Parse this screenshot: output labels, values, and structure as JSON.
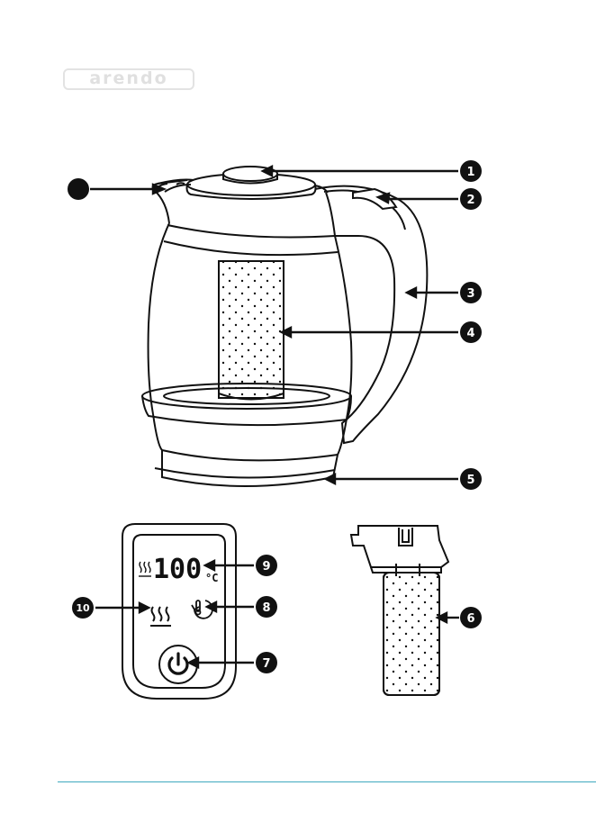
{
  "logo": {
    "text": "arendo"
  },
  "display": {
    "temperature": "100",
    "unit": "°C"
  },
  "callouts": [
    {
      "id": "1",
      "label": "1"
    },
    {
      "id": "2",
      "label": "2"
    },
    {
      "id": "3",
      "label": "3"
    },
    {
      "id": "4",
      "label": "4"
    },
    {
      "id": "5",
      "label": "5"
    },
    {
      "id": "6",
      "label": "6"
    },
    {
      "id": "7",
      "label": "7"
    },
    {
      "id": "8",
      "label": "8"
    },
    {
      "id": "9",
      "label": "9"
    },
    {
      "id": "10",
      "label": "10"
    }
  ],
  "colors": {
    "accent_rule": "#3fa9bf",
    "ink": "#111111",
    "logo": "#e0e0e0"
  }
}
